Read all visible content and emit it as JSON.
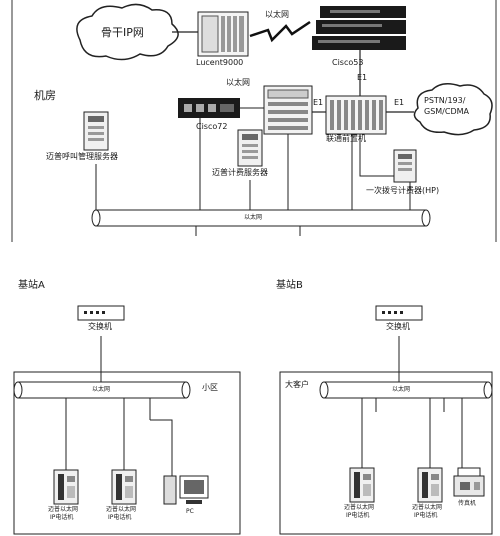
{
  "top": {
    "backbone_cloud": "骨干IP网",
    "lucent": "Lucent9000",
    "cisco53": "Cisco53",
    "ethernet_wan": "以太网",
    "ethernet_mid": "以太网",
    "jifang": "机房",
    "cisco72": "Cisco72",
    "e1_left": "E1",
    "e1_right": "E1",
    "e1_top": "E1",
    "pstn_cloud_line1": "PSTN/193/",
    "pstn_cloud_line2": "GSM/CDMA",
    "call_mgmt_server": "迈普呼叫管理服务器",
    "billing_server": "迈普计费服务器",
    "unicom_device": "联通前置机",
    "one_dial_billing": "一次拨号计费器(HP)",
    "bus_label": "以太网"
  },
  "station_a": {
    "title": "基站A",
    "switch": "交换机",
    "bus_label": "以太网",
    "area": "小区",
    "phone1_line1": "迈普以太网",
    "phone1_line2": "IP电话机",
    "phone2_line1": "迈普以太网",
    "phone2_line2": "IP电话机",
    "pc": "PC"
  },
  "station_b": {
    "title": "基站B",
    "switch": "交换机",
    "bus_label": "以太网",
    "area": "大客户",
    "phone1_line1": "迈普以太网",
    "phone1_line2": "IP电话机",
    "phone2_line1": "迈普以太网",
    "phone2_line2": "IP电话机",
    "fax": "传真机"
  }
}
